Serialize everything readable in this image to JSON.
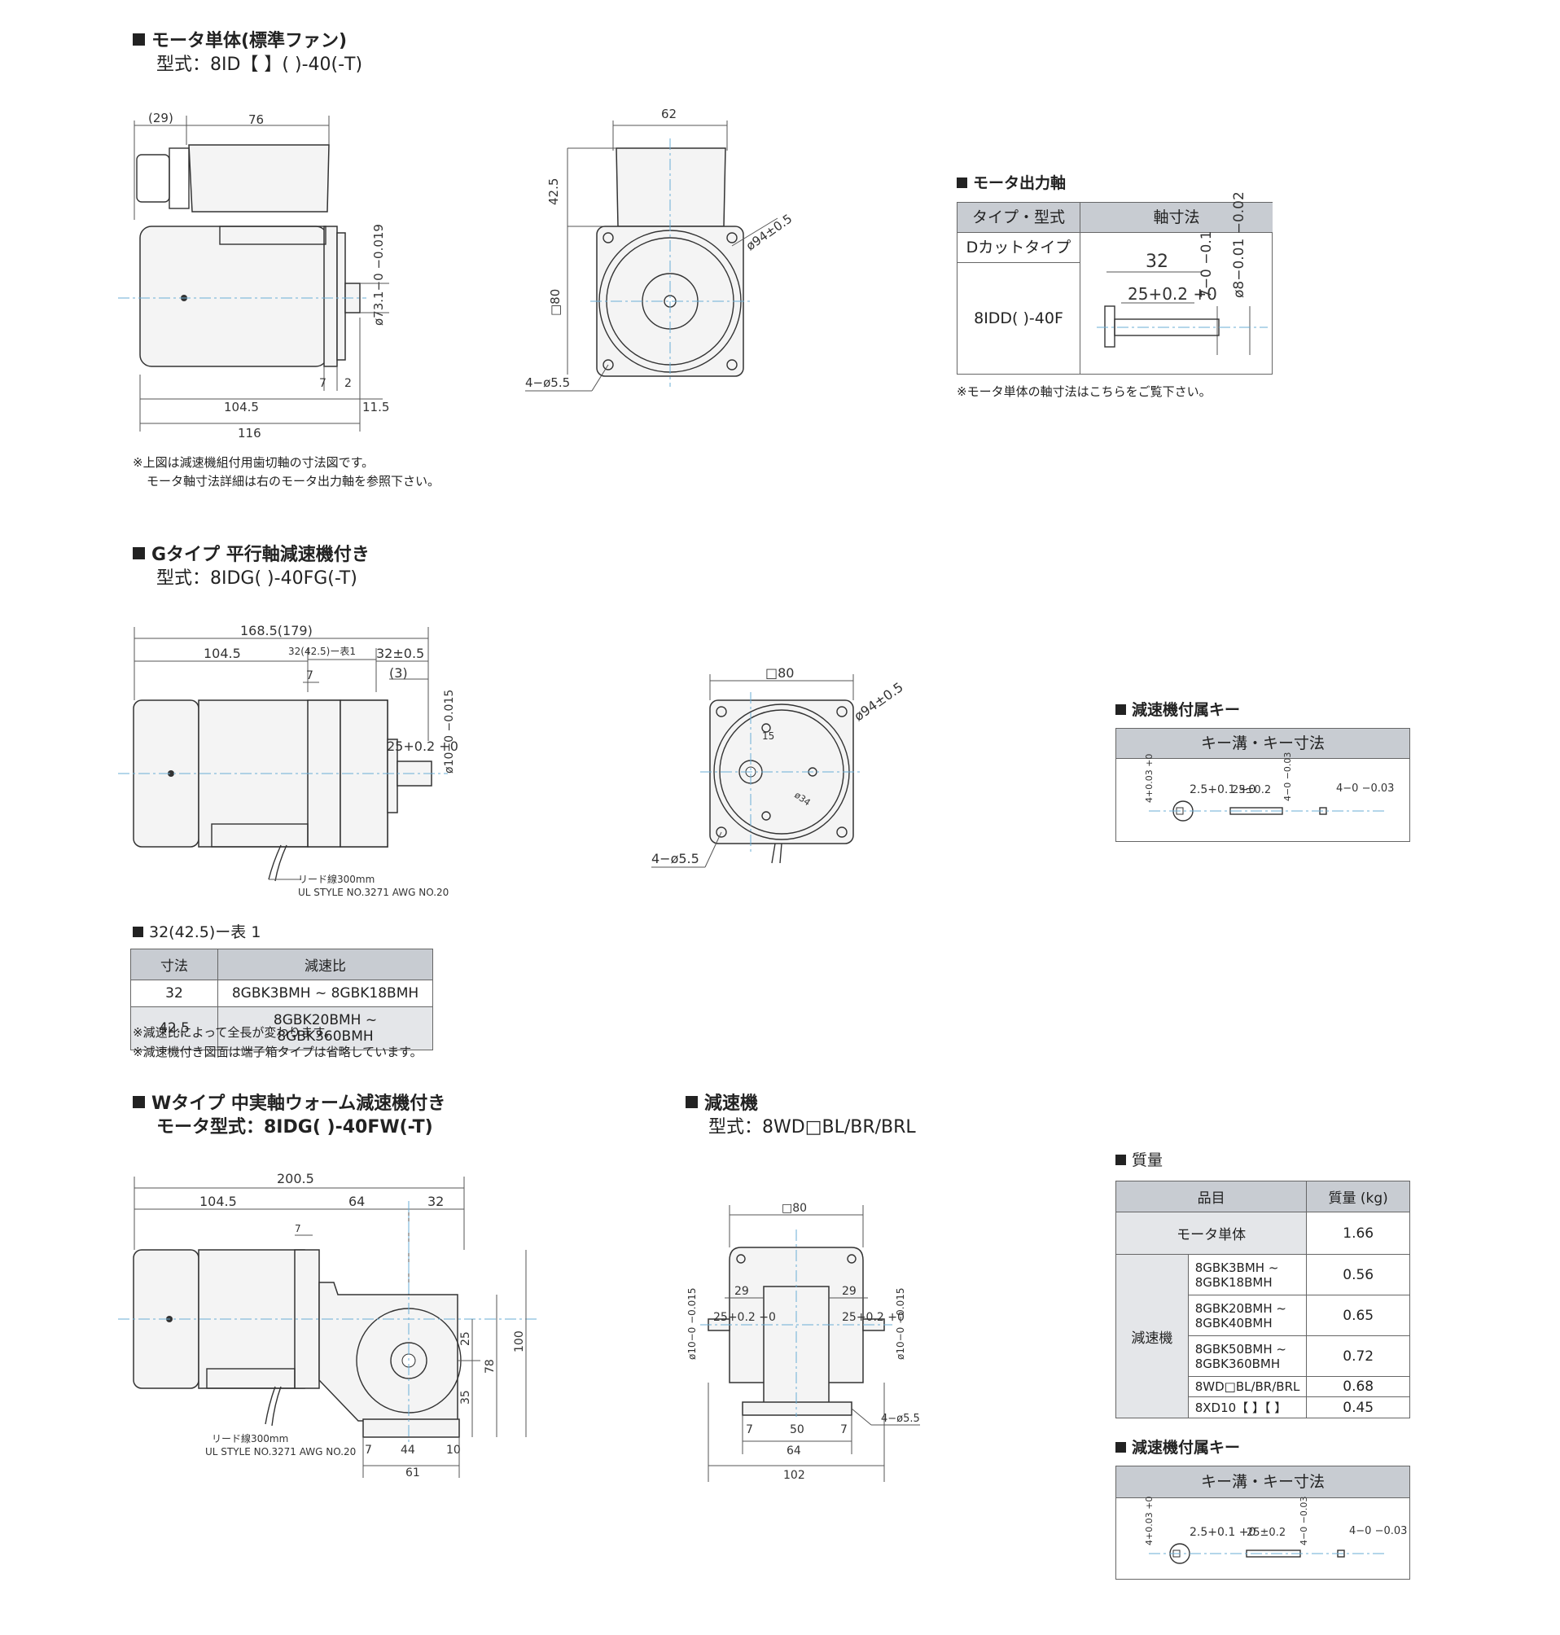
{
  "s1": {
    "title": "モータ単体(標準ファン)",
    "model": "型式：8ID【 】( )-40(-T)",
    "note1": "※上図は減速機組付用歯切軸の寸法図です。",
    "note2": "モータ軸寸法詳細は右のモータ出力軸を参照下さい。",
    "d29": "(29)",
    "d76": "76",
    "d62": "62",
    "d425": "42.5",
    "d80": "□80",
    "d94": "ø94±0.5",
    "d55": "4−ø5.5",
    "d731": "ø73.1−0 −0.019",
    "d7": "7",
    "d2": "2",
    "d1045": "104.5",
    "d115": "11.5",
    "d116": "116"
  },
  "shaft": {
    "title": "モータ出力軸",
    "col1": "タイプ・型式",
    "col2": "軸寸法",
    "row1": "Dカットタイプ",
    "row2": "8IDD( )-40F",
    "note": "※モータ単体の軸寸法はこちらをご覧下さい。",
    "d32": "32",
    "d25": "25+0.2 +0",
    "d7": "7−0 −0.1",
    "d8": "ø8−0.01 −0.02"
  },
  "s2": {
    "title": "Gタイプ 平行軸減速機付き",
    "model": "型式：8IDG( )-40FG(-T)",
    "d1685": "168.5(179)",
    "d1045": "104.5",
    "dtab": "32(42.5)ー表1",
    "d32": "32±0.5",
    "d3": "(3)",
    "d7": "7",
    "d25": "25+0.2 +0",
    "d10": "ø10−0 −0.015",
    "lead1": "リード線300mm",
    "lead2": "UL STYLE NO.3271 AWG NO.20",
    "d80": "□80",
    "d94": "ø94±0.5",
    "d15": "15",
    "d34": "ø34",
    "d55": "4−ø5.5"
  },
  "key1": {
    "title": "減速機付属キー",
    "header": "キー溝・キー寸法",
    "d4": "4+0.03 +0",
    "d25": "2.5+0.1 +0",
    "d2502": "25±0.2",
    "d403": "4−0 −0.03",
    "d4b": "4−0 −0.03"
  },
  "t1": {
    "title": "32(42.5)ー表 1",
    "h1": "寸法",
    "h2": "減速比",
    "rows": [
      {
        "a": "32",
        "b": "8GBK3BMH ~ 8GBK18BMH"
      },
      {
        "a": "42.5",
        "b": "8GBK20BMH ~ 8GBK360BMH"
      }
    ],
    "note1": "※減速比によって全長が変わります。",
    "note2": "※減速機付き図面は端子箱タイプは省略しています。"
  },
  "s3": {
    "title": "Wタイプ 中実軸ウォーム減速機付き",
    "model": "モータ型式：8IDG( )-40FW(-T)",
    "d2005": "200.5",
    "d1045": "104.5",
    "d64": "64",
    "d32": "32",
    "d7": "7",
    "d25": "25",
    "d78": "78",
    "d100": "100",
    "d35": "35",
    "d7b": "7",
    "d44": "44",
    "d10": "10",
    "d61": "61",
    "lead1": "リード線300mm",
    "lead2": "UL STYLE NO.3271 AWG NO.20"
  },
  "s4": {
    "title": "減速機",
    "model": "型式：8WD□BL/BR/BRL",
    "d80": "□80",
    "d29a": "29",
    "d29b": "29",
    "d10a": "ø10−0 −0.015",
    "d10b": "ø10−0 −0.015",
    "d25a": "25+0.2 +0",
    "d25b": "25+0.2 +0",
    "d7a": "7",
    "d50": "50",
    "d7b": "7",
    "d55": "4−ø5.5",
    "d64": "64",
    "d102": "102"
  },
  "mass": {
    "title": "質量",
    "h1": "品目",
    "h2": "質量 (kg)",
    "motor": "モータ単体",
    "motor_v": "1.66",
    "group": "減速機",
    "rows": [
      {
        "a": "8GBK3BMH ~ 8GBK18BMH",
        "b": "0.56"
      },
      {
        "a": "8GBK20BMH ~ 8GBK40BMH",
        "b": "0.65"
      },
      {
        "a": "8GBK50BMH ~ 8GBK360BMH",
        "b": "0.72"
      },
      {
        "a": "8WD□BL/BR/BRL",
        "b": "0.68"
      },
      {
        "a": "8XD10【 】【 】",
        "b": "0.45"
      }
    ]
  },
  "key2": {
    "title": "減速機付属キー",
    "header": "キー溝・キー寸法",
    "d4": "4+0.03 +0",
    "d25": "2.5+0.1 +0",
    "d2502": "25±0.2",
    "d403": "4−0 −0.03",
    "d4b": "4−0 −0.03"
  }
}
